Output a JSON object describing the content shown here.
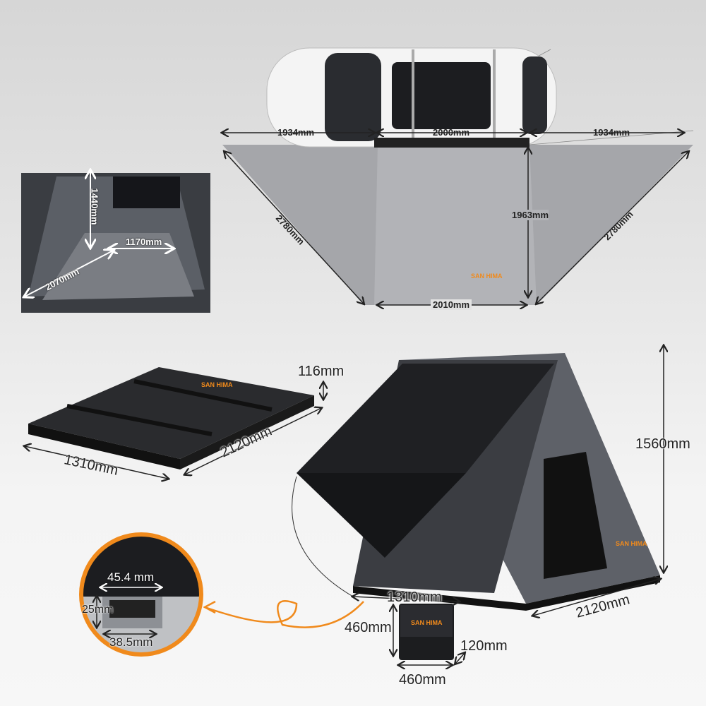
{
  "brand": {
    "name": "SAN HIMA",
    "color": "#f08a1c"
  },
  "awning": {
    "car_left": "1934mm",
    "car_middle": "2000mm",
    "car_right": "1934mm",
    "depth": "1963mm",
    "left_side": "2780mm",
    "right_side": "2780mm",
    "bottom": "2010mm"
  },
  "interior": {
    "height": "1440mm",
    "width": "1170mm",
    "length": "2070mm"
  },
  "closed_tent": {
    "thickness": "116mm",
    "width": "1310mm",
    "length": "2120mm"
  },
  "open_tent": {
    "height": "1560mm",
    "width": "1310mm",
    "length": "2120mm"
  },
  "rail_profile": {
    "top_width": "45.4 mm",
    "height": "25mm",
    "bottom_width": "38.5mm"
  },
  "bag": {
    "height": "460mm",
    "width": "460mm",
    "depth": "120mm"
  },
  "colors": {
    "accent": "#f08a1c",
    "awning": "#a3a4a8",
    "tent_body": "#1c1d1f"
  }
}
